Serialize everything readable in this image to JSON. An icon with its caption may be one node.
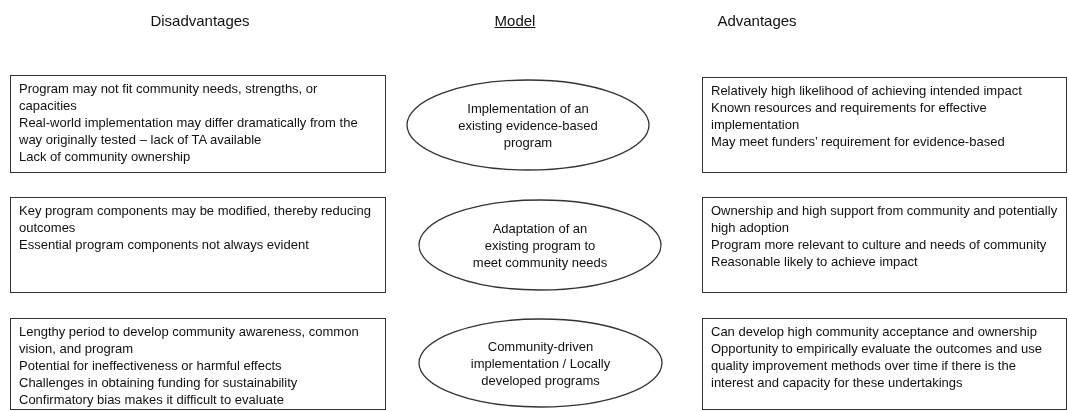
{
  "diagram": {
    "nodes": [
      {
        "text": [
          "Program may not fit community needs, strengths, or capacities",
          "Real-world implementation may differ dramatically from the way originally tested – lack of TA available",
          "Lack of community ownership"
        ]
      },
      {
        "text": [
          "Implementation of an existing evidence-based program"
        ]
      },
      {
        "text": [
          "Relatively high likelihood of achieving intended impact",
          "Known resources and requirements for effective implementation",
          "May meet funders’ requirement for evidence-based"
        ]
      },
      {
        "text": [
          "Key program components may be modified, thereby reducing outcomes",
          "Essential program components not always evident"
        ]
      },
      {
        "text": [
          "Adaptation of an existing program to meet community needs"
        ]
      },
      {
        "text": [
          "Ownership and high support from community and potentially high adoption",
          "Program more relevant to culture and needs of community",
          "Reasonable likely to achieve impact"
        ]
      },
      {
        "text": [
          "Lengthy period to develop community awareness, common vision, and program",
          "Potential for ineffectiveness or harmful effects",
          "Challenges in obtaining funding for sustainability",
          "Confirmatory bias makes it difficult to evaluate"
        ]
      },
      {
        "text": [
          "Community-driven implementation / Locally developed programs"
        ]
      },
      {
        "text": [
          "Can develop high community acceptance and ownership",
          "Opportunity to empirically evaluate the outcomes and use quality improvement methods over time if there is the interest and capacity for these undertakings"
        ]
      }
    ],
    "labels": [
      "Disadvantages",
      "Model",
      "Advantages"
    ]
  }
}
